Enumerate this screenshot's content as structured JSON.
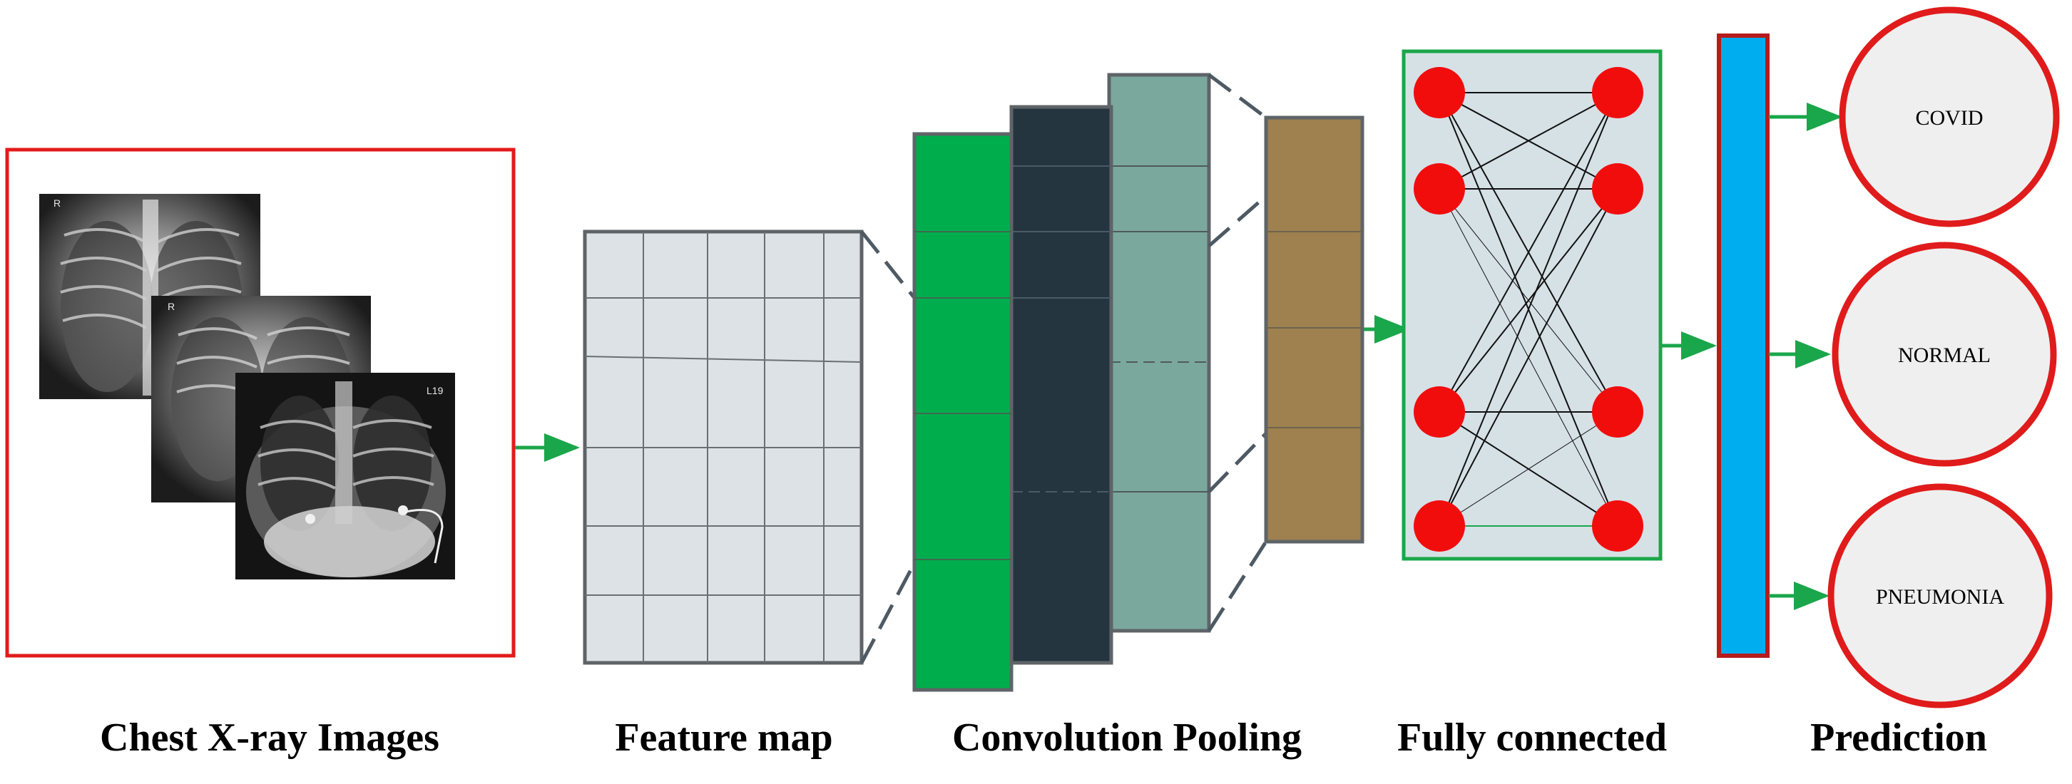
{
  "captions": {
    "input": "Chest X-ray Images",
    "feature_map": "Feature map",
    "conv_pool": "Convolution Pooling",
    "fully_connected": "Fully connected",
    "prediction": "Prediction"
  },
  "classes": {
    "covid": "COVID",
    "normal": "NORMAL",
    "pneumonia": "PNEUMONIA"
  },
  "xray_marks": {
    "first": "R",
    "second": "R",
    "third": "L19"
  },
  "colors": {
    "input_border": "#e31b1b",
    "arrow": "#1aa64a",
    "feature_map": "#dde2e6",
    "conv_green": "#00ad4d",
    "conv_dark": "#243540",
    "conv_teal": "#7ba89d",
    "pool_brown": "#9e814f",
    "fc_panel": "#d6e1e6",
    "fc_node": "#f20d0d",
    "output_bar": "#00adef",
    "output_border": "#b51c1c",
    "class_circle": "#efefef"
  }
}
